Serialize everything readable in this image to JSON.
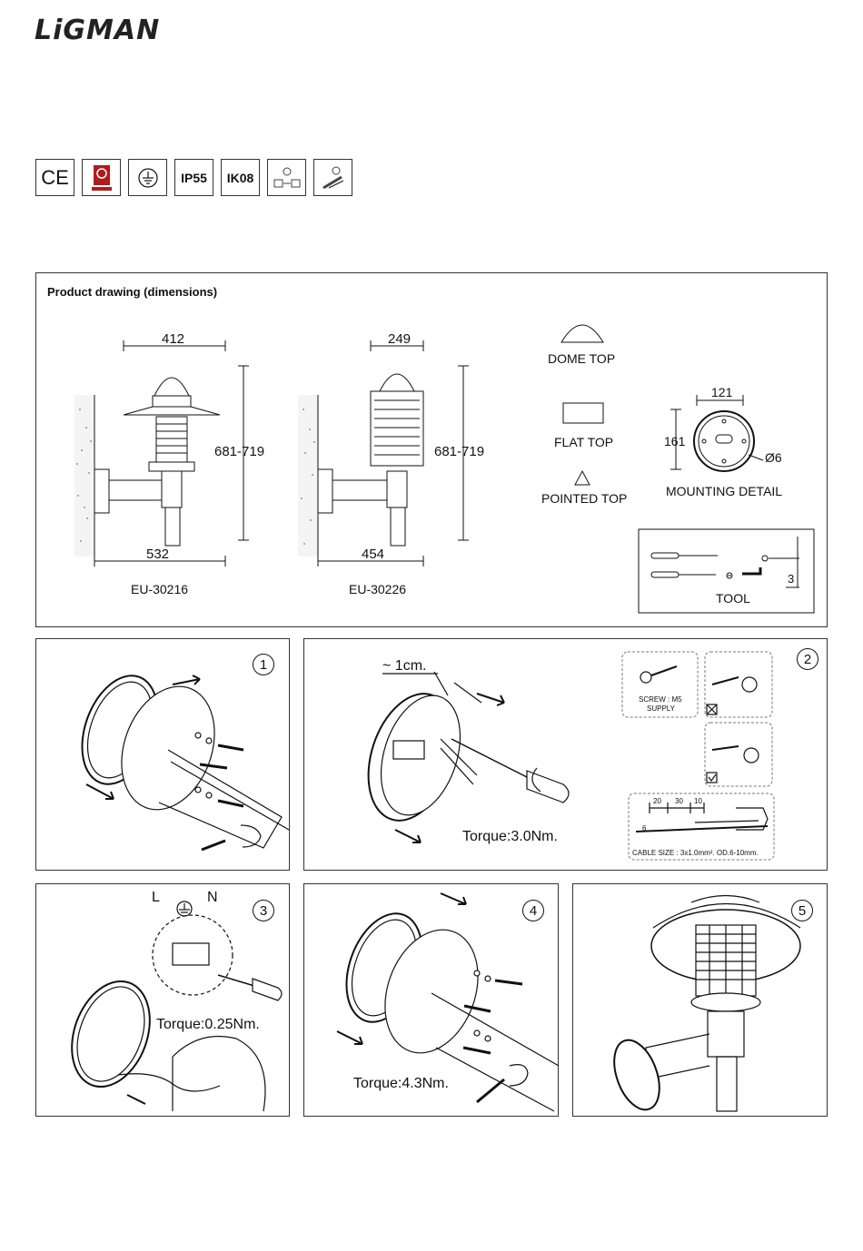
{
  "brand": {
    "logo_text": "LiGMAN"
  },
  "certifications": [
    {
      "icon": "ce-mark-icon",
      "label": "CE"
    },
    {
      "icon": "quality-seal-icon",
      "label": ""
    },
    {
      "icon": "class-1-earth-icon",
      "label": ""
    },
    {
      "icon": "ip-rating-badge",
      "label": "IP55"
    },
    {
      "icon": "ik-rating-badge",
      "label": "IK08"
    },
    {
      "icon": "mounting-orientation-icon",
      "label": ""
    },
    {
      "icon": "tool-required-icon",
      "label": ""
    }
  ],
  "product_drawing": {
    "title": "Product drawing (dimensions)",
    "models": [
      {
        "code": "EU-30216",
        "width": "412",
        "height": "681-719",
        "depth": "532"
      },
      {
        "code": "EU-30226",
        "width": "249",
        "height": "681-719",
        "depth": "454"
      }
    ],
    "tops": [
      "DOME TOP",
      "FLAT TOP",
      "POINTED TOP"
    ],
    "mounting_detail": {
      "label": "MOUNTING DETAIL",
      "width": "121",
      "height": "161",
      "hole": "Ø6"
    },
    "tool": {
      "label": "TOOL",
      "dimension": "3"
    }
  },
  "steps": [
    {
      "number": "1"
    },
    {
      "number": "2",
      "strip_length": "~ 1cm.",
      "torque": "Torque:3.0Nm.",
      "screw_label": "SCREW : M5",
      "screw_supply": "SUPPLY",
      "cable_dims": [
        "20",
        "30",
        "10",
        "6"
      ],
      "cable_size": "CABLE SIZE : 3x1.0mm². OD.6-10mm."
    },
    {
      "number": "3",
      "terminals": [
        "L",
        "N"
      ],
      "torque": "Torque:0.25Nm."
    },
    {
      "number": "4",
      "torque": "Torque:4.3Nm."
    },
    {
      "number": "5"
    }
  ]
}
